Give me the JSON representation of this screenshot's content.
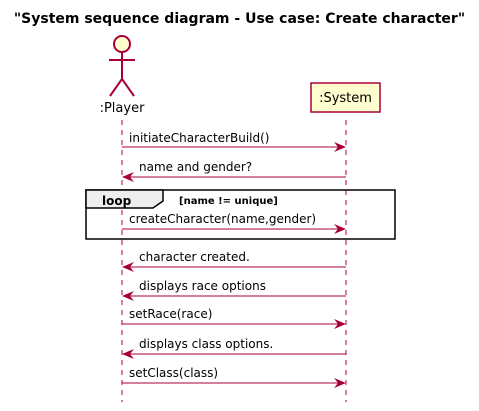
{
  "title": "\"System sequence diagram - Use case: Create character\"",
  "colors": {
    "line": "#A80036",
    "participant_fill": "#FEFECE",
    "lifeline": "#A80036",
    "loop_border": "#000000",
    "loop_label_fill": "#EEEEEE",
    "text": "#000000"
  },
  "participants": [
    {
      "id": "player",
      "label": ":Player",
      "kind": "actor",
      "icon": "stick-figure-icon"
    },
    {
      "id": "system",
      "label": ":System",
      "kind": "box"
    }
  ],
  "messages": [
    {
      "from": "player",
      "to": "system",
      "label": "initiateCharacterBuild()"
    },
    {
      "from": "system",
      "to": "player",
      "label": "name and gender?"
    },
    {
      "from": "player",
      "to": "system",
      "label": "createCharacter(name,gender)"
    },
    {
      "from": "system",
      "to": "player",
      "label": "character created."
    },
    {
      "from": "system",
      "to": "player",
      "label": "displays race  options"
    },
    {
      "from": "player",
      "to": "system",
      "label": "setRace(race)"
    },
    {
      "from": "system",
      "to": "player",
      "label": "displays class options."
    },
    {
      "from": "player",
      "to": "system",
      "label": "setClass(class)"
    }
  ],
  "loop": {
    "keyword": "loop",
    "guard": "[name != unique]",
    "contains_message_index": 2
  }
}
